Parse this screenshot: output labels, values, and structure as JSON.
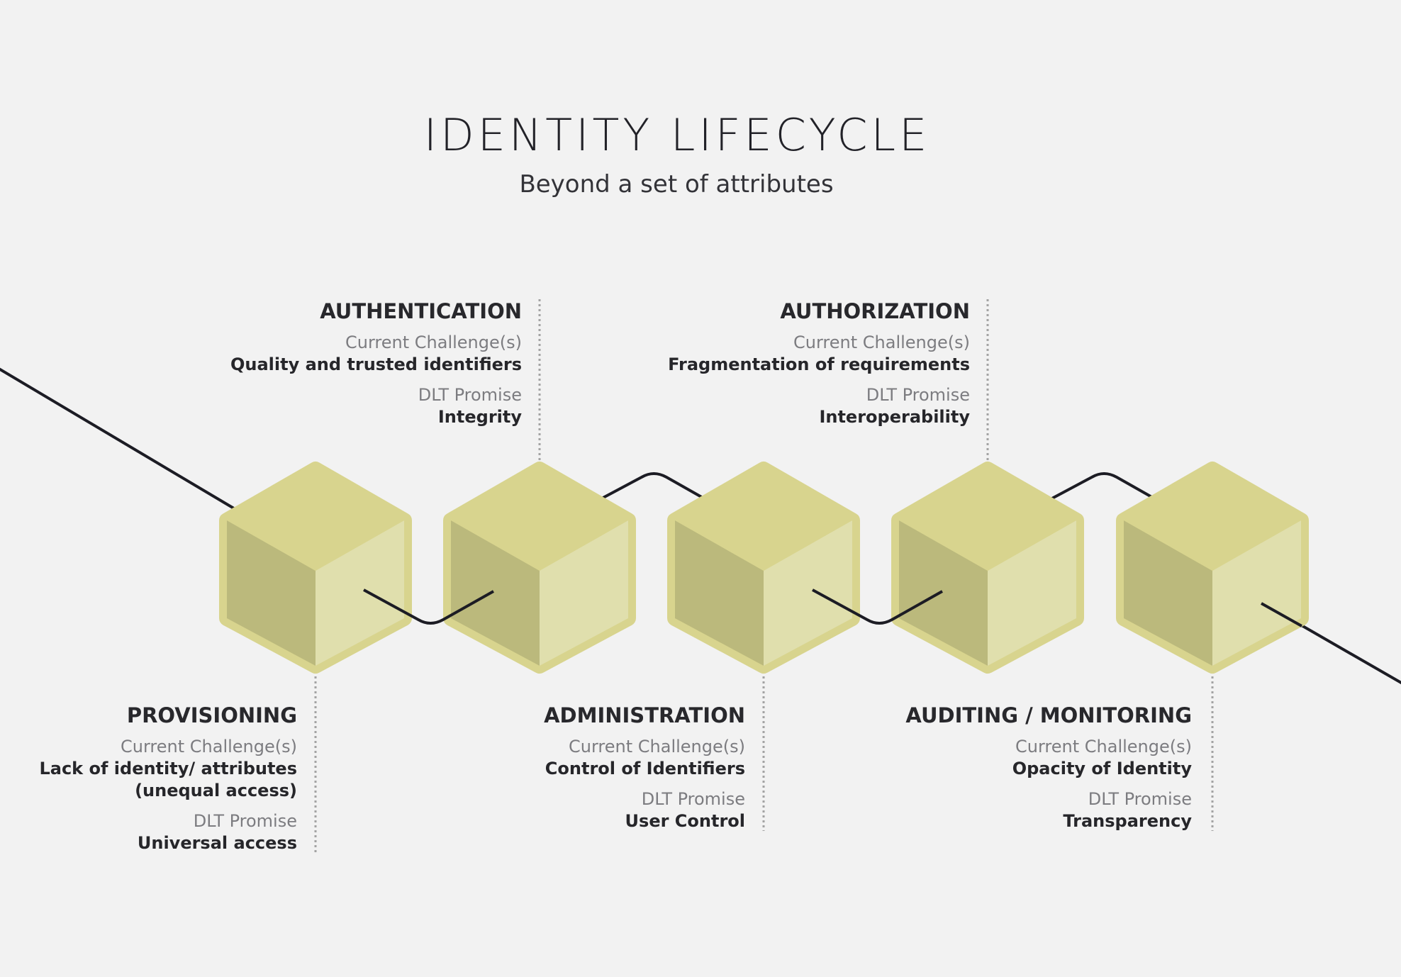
{
  "header": {
    "title": "IDENTITY LIFECYCLE",
    "subtitle": "Beyond a set of attributes"
  },
  "labels": {
    "challenge": "Current Challenge(s)",
    "promise": "DLT Promise"
  },
  "stages": [
    {
      "id": "provisioning",
      "title": "PROVISIONING",
      "challenge_lines": [
        "Lack of identity/ attributes",
        "(unequal access)"
      ],
      "promise": "Universal access"
    },
    {
      "id": "authentication",
      "title": "AUTHENTICATION",
      "challenge_lines": [
        "Quality and trusted identifiers"
      ],
      "promise": "Integrity"
    },
    {
      "id": "administration",
      "title": "ADMINISTRATION",
      "challenge_lines": [
        "Control of Identifiers"
      ],
      "promise": "User Control"
    },
    {
      "id": "authorization",
      "title": "AUTHORIZATION",
      "challenge_lines": [
        "Fragmentation of requirements"
      ],
      "promise": "Interoperability"
    },
    {
      "id": "auditing",
      "title": "AUDITING / MONITORING",
      "challenge_lines": [
        "Opacity of Identity"
      ],
      "promise": "Transparency"
    }
  ],
  "colors": {
    "background": "#f2f2f2",
    "cube_top": "#d8d48e",
    "cube_left": "#bbb97c",
    "cube_right": "#e0dfad",
    "chain_line": "#1c1c24",
    "dotted_line": "#a3a3a3"
  }
}
